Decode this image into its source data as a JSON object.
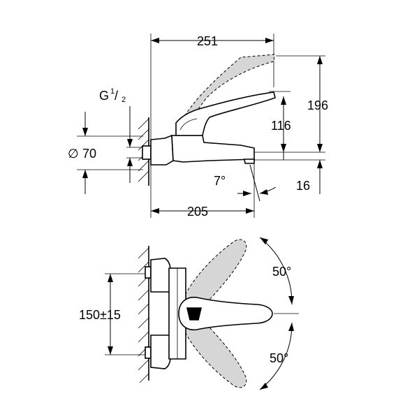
{
  "side_view": {
    "dim_top": "251",
    "dim_total_height": "196",
    "dim_lever_height": "116",
    "dim_thread": "G",
    "dim_thread_sup": "1",
    "dim_thread_sub": "2",
    "dim_diameter_symbol": "∅",
    "dim_diameter": "70",
    "dim_angle": "7°",
    "dim_spout_height": "16",
    "dim_bottom": "205"
  },
  "top_view": {
    "dim_centres": "150±15",
    "angle_top": "50°",
    "angle_bottom": "50°"
  }
}
